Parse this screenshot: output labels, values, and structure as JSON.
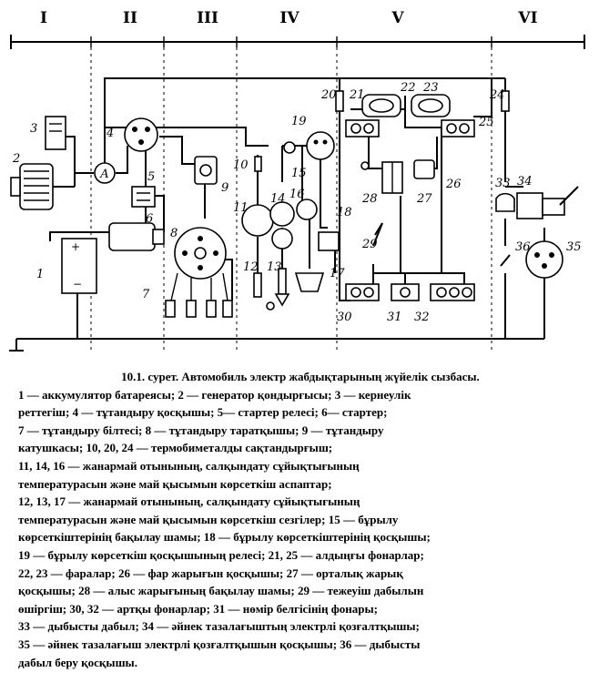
{
  "sections": [
    "I",
    "II",
    "III",
    "IV",
    "V",
    "VI"
  ],
  "component_numbers": [
    "1",
    "2",
    "3",
    "4",
    "5",
    "6",
    "7",
    "8",
    "9",
    "10",
    "11",
    "12",
    "13",
    "14",
    "15",
    "16",
    "17",
    "18",
    "19",
    "20",
    "21",
    "22",
    "23",
    "24",
    "25",
    "26",
    "27",
    "28",
    "29",
    "30",
    "31",
    "32",
    "33",
    "34",
    "35",
    "36"
  ],
  "caption": {
    "title": "10.1. сурет. Автомобиль электр жабдықтарының жүйелік сызбасы.",
    "lines": [
      "1 — аккумулятор батареясы; 2 — генератор қондырғысы; 3 — кернеулік",
      "реттегіш; 4 — тұтандыру қосқышы; 5— стартер релесі; 6— стартер;",
      "7 — тұтандыру білтесі; 8 — тұтандыру таратқышы; 9 — тұтандыру",
      "катушкасы; 10, 20, 24 — термобиметалды сақтандырғыш;",
      "11, 14, 16 — жанармай отынының, салқындату сұйықтығының",
      "температурасын және май қысымын көрсеткіш аспаптар;",
      "12, 13, 17 — жанармай отынының, салқындату сұйықтығының",
      "температурасын және май қысымын көрсеткіш сезгілер; 15 — бұрылу",
      "көрсеткіштерінің бақылау шамы; 18 — бұрылу көрсеткіштерінің қосқышы;",
      " 19 — бұрылу көрсеткіш қосқышының релесі; 21, 25 — алдыңғы фонарлар;",
      "22, 23 — фаралар;           26 — фар жарығын қосқышы; 27 — орталық жарық",
      "қосқышы; 28 — алыс жарығының бақылау шамы; 29 — тежеуіш дабылын",
      "өшіргіш; 30, 32 — артқы фонарлар; 31 — нөмір белгісінің фонары;",
      "33 — дыбысты дабыл; 34 — әйнек тазалағыштың электрлі қозғалтқышы;",
      "35 — әйнек тазалағыш электрлі қозғалтқышын қосқышы;   36 — дыбысты",
      "дабыл беру қосқышы."
    ]
  }
}
